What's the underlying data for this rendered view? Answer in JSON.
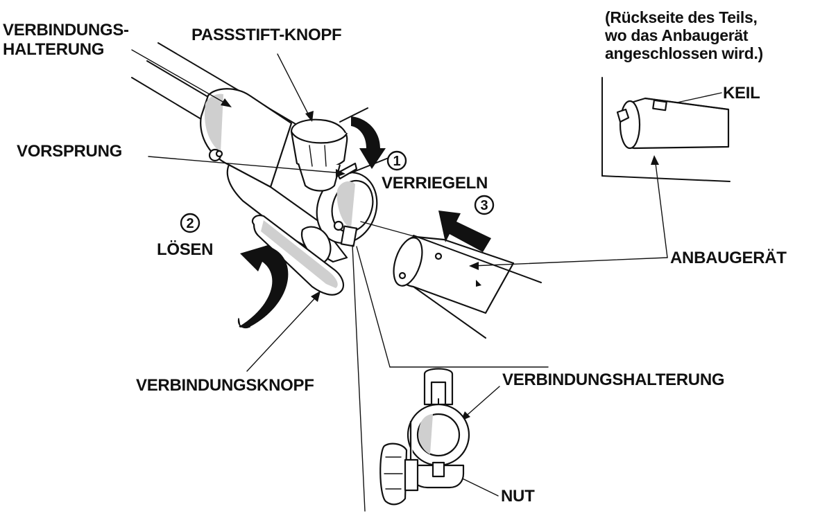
{
  "labels": {
    "verbindungs_halterung_top": "VERBINDUNGS-\nHALTERUNG",
    "passstift_knopf": "PASSSTIFT-KNOPF",
    "vorsprung": "VORSPRUNG",
    "verriegeln": "VERRIEGELN",
    "loesen": "LÖSEN",
    "verbindungsknopf": "VERBINDUNGSKNOPF",
    "anbaugeraet": "ANBAUGERÄT",
    "rueckseite_note": "(Rückseite des Teils,\nwo das Anbaugerät\nangeschlossen wird.)",
    "keil": "KEIL",
    "verbindungshalterung_bottom": "VERBINDUNGSHALTERUNG",
    "nut": "NUT"
  },
  "steps": {
    "step1": "1",
    "step2": "2",
    "step3": "3"
  },
  "colors": {
    "ink": "#111111",
    "shade": "#cfcfcf",
    "background": "#ffffff"
  }
}
